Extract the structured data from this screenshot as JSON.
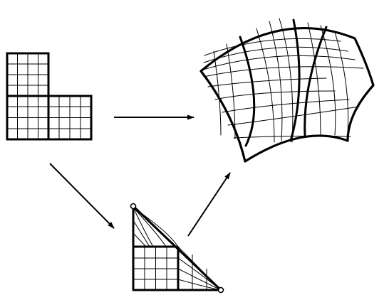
{
  "diagram": {
    "stroke_color": "#000000",
    "background": "#ffffff",
    "nodes": [
      {
        "id": "l-shaped-grid",
        "kind": "L-shaped square grid"
      },
      {
        "id": "triangle-grid",
        "kind": "right triangle with embedded grid"
      },
      {
        "id": "curved-surface-patch",
        "kind": "curved quadrilateral surface mesh"
      }
    ],
    "arrows": [
      {
        "from": "l-shaped-grid",
        "to": "curved-surface-patch"
      },
      {
        "from": "l-shaped-grid",
        "to": "triangle-grid"
      },
      {
        "from": "triangle-grid",
        "to": "curved-surface-patch"
      }
    ]
  }
}
